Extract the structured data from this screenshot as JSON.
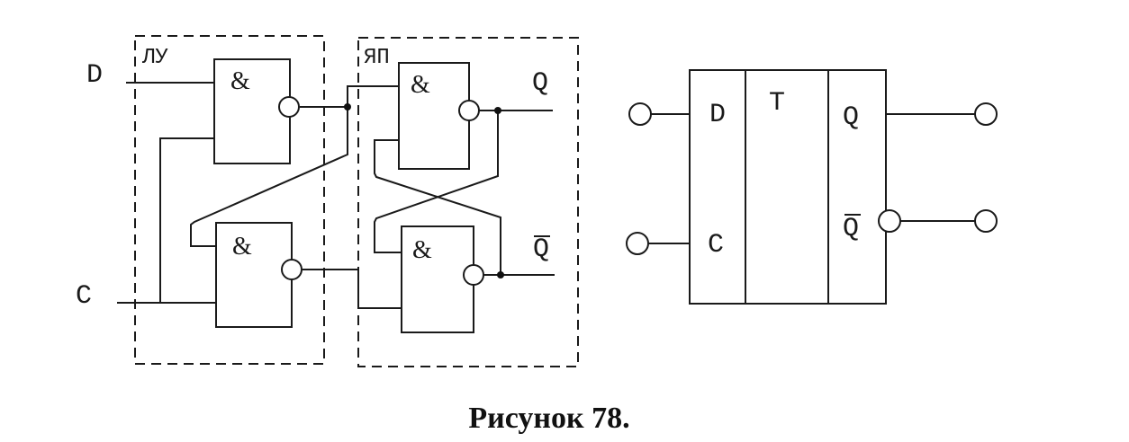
{
  "left_circuit": {
    "input_d": "D",
    "input_c": "C",
    "block_logic": "ЛУ",
    "block_memory": "ЯП",
    "output_q": "Q",
    "output_q_bar": "Q",
    "gate_symbol": "&"
  },
  "right_symbol": {
    "input_d": "D",
    "input_c": "C",
    "type": "T",
    "output_q": "Q",
    "output_q_bar": "Q"
  },
  "caption": "Рисунок 78."
}
